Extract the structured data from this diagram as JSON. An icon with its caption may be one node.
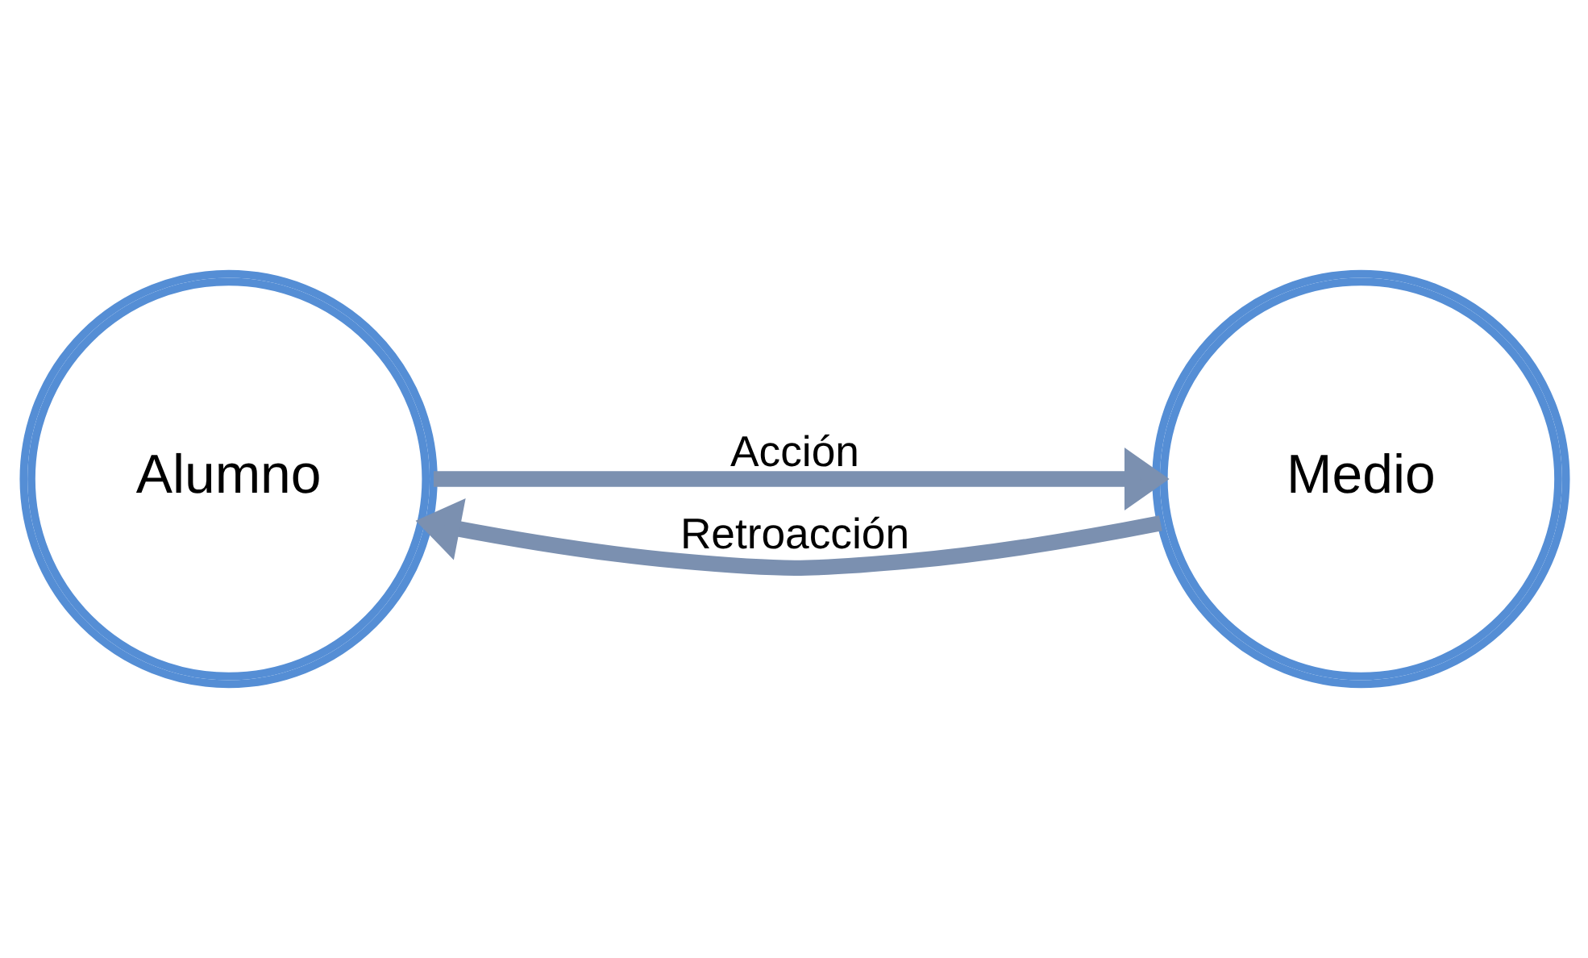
{
  "diagram": {
    "nodes": [
      {
        "text": [
          "Alumno"
        ]
      },
      {
        "text": [
          "Medio"
        ]
      }
    ],
    "edges": [
      {
        "from": 0,
        "to": 1,
        "arrow": "to",
        "label": "Acción"
      },
      {
        "from": 1,
        "to": 0,
        "arrow": "to",
        "label": "Retroacción"
      }
    ]
  }
}
